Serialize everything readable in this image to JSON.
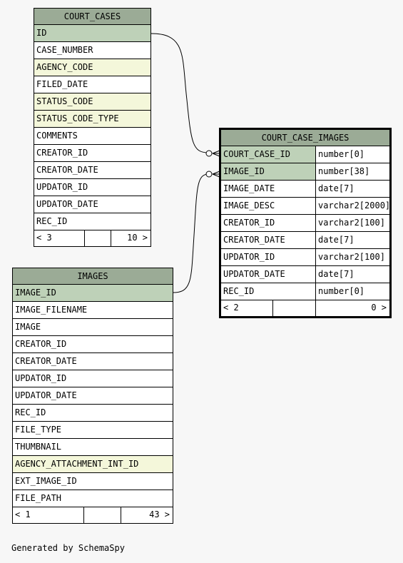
{
  "tables": {
    "court_cases": {
      "title": "COURT_CASES",
      "columns": [
        {
          "name": "ID",
          "kind": "pk"
        },
        {
          "name": "CASE_NUMBER",
          "kind": ""
        },
        {
          "name": "AGENCY_CODE",
          "kind": "fk"
        },
        {
          "name": "FILED_DATE",
          "kind": ""
        },
        {
          "name": "STATUS_CODE",
          "kind": "fk"
        },
        {
          "name": "STATUS_CODE_TYPE",
          "kind": "fk"
        },
        {
          "name": "COMMENTS",
          "kind": ""
        },
        {
          "name": "CREATOR_ID",
          "kind": ""
        },
        {
          "name": "CREATOR_DATE",
          "kind": ""
        },
        {
          "name": "UPDATOR_ID",
          "kind": ""
        },
        {
          "name": "UPDATOR_DATE",
          "kind": ""
        },
        {
          "name": "REC_ID",
          "kind": ""
        }
      ],
      "parents": "< 3",
      "children": "10 >"
    },
    "court_case_images": {
      "title": "COURT_CASE_IMAGES",
      "columns": [
        {
          "name": "COURT_CASE_ID",
          "type": "number[0]",
          "kind": "pk"
        },
        {
          "name": "IMAGE_ID",
          "type": "number[38]",
          "kind": "pk"
        },
        {
          "name": "IMAGE_DATE",
          "type": "date[7]",
          "kind": ""
        },
        {
          "name": "IMAGE_DESC",
          "type": "varchar2[2000]",
          "kind": ""
        },
        {
          "name": "CREATOR_ID",
          "type": "varchar2[100]",
          "kind": ""
        },
        {
          "name": "CREATOR_DATE",
          "type": "date[7]",
          "kind": ""
        },
        {
          "name": "UPDATOR_ID",
          "type": "varchar2[100]",
          "kind": ""
        },
        {
          "name": "UPDATOR_DATE",
          "type": "date[7]",
          "kind": ""
        },
        {
          "name": "REC_ID",
          "type": "number[0]",
          "kind": ""
        }
      ],
      "parents": "< 2",
      "children": "0 >"
    },
    "images": {
      "title": "IMAGES",
      "columns": [
        {
          "name": "IMAGE_ID",
          "kind": "pk"
        },
        {
          "name": "IMAGE_FILENAME",
          "kind": ""
        },
        {
          "name": "IMAGE",
          "kind": ""
        },
        {
          "name": "CREATOR_ID",
          "kind": ""
        },
        {
          "name": "CREATOR_DATE",
          "kind": ""
        },
        {
          "name": "UPDATOR_ID",
          "kind": ""
        },
        {
          "name": "UPDATOR_DATE",
          "kind": ""
        },
        {
          "name": "REC_ID",
          "kind": ""
        },
        {
          "name": "FILE_TYPE",
          "kind": ""
        },
        {
          "name": "THUMBNAIL",
          "kind": ""
        },
        {
          "name": "AGENCY_ATTACHMENT_INT_ID",
          "kind": "fk"
        },
        {
          "name": "EXT_IMAGE_ID",
          "kind": ""
        },
        {
          "name": "FILE_PATH",
          "kind": ""
        }
      ],
      "parents": "< 1",
      "children": "43 >"
    }
  },
  "caption": "Generated by SchemaSpy"
}
